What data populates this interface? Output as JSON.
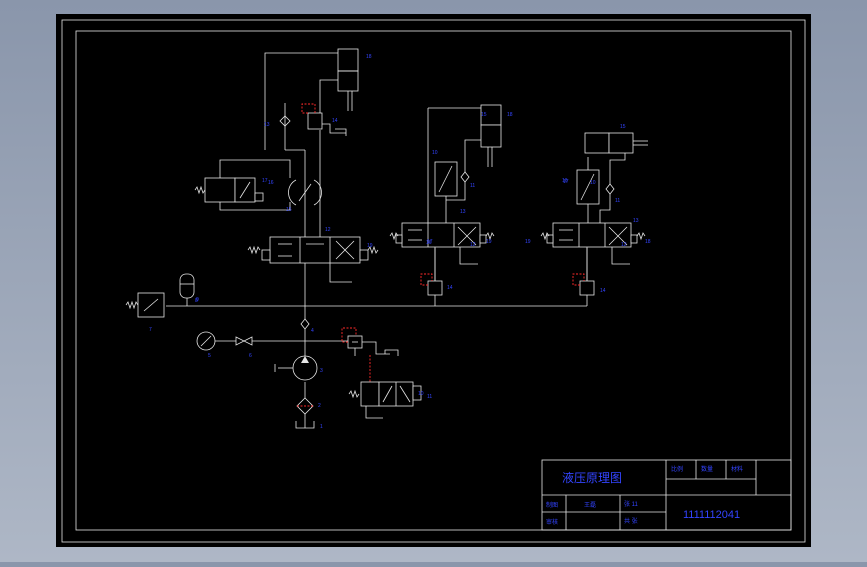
{
  "colors": {
    "background": "#9aa5b8",
    "sheet": "#000000",
    "lines": "#e6e6e6",
    "labels": "#3344ff",
    "pilot_lines": "#ff2a2a"
  },
  "title_block": {
    "drawing_title": "液压原理图",
    "col_1": "比例",
    "col_2": "数量",
    "col_3": "材料",
    "row_1_label": "制图",
    "row_1_value": "王磊",
    "row_1_mid": "张 11",
    "row_2_label": "审核",
    "row_2_mid": "共 张",
    "drawing_number": "1111112041"
  },
  "component_labels": [
    "1",
    "2",
    "3",
    "4",
    "5",
    "6",
    "7",
    "8",
    "9",
    "10",
    "11",
    "12",
    "13",
    "14",
    "15",
    "16",
    "17",
    "18",
    "19",
    "10",
    "11",
    "12",
    "13",
    "14",
    "15",
    "16",
    "17",
    "18",
    "19",
    "10",
    "11",
    "12",
    "13",
    "14",
    "15",
    "16",
    "17",
    "18",
    "19"
  ]
}
